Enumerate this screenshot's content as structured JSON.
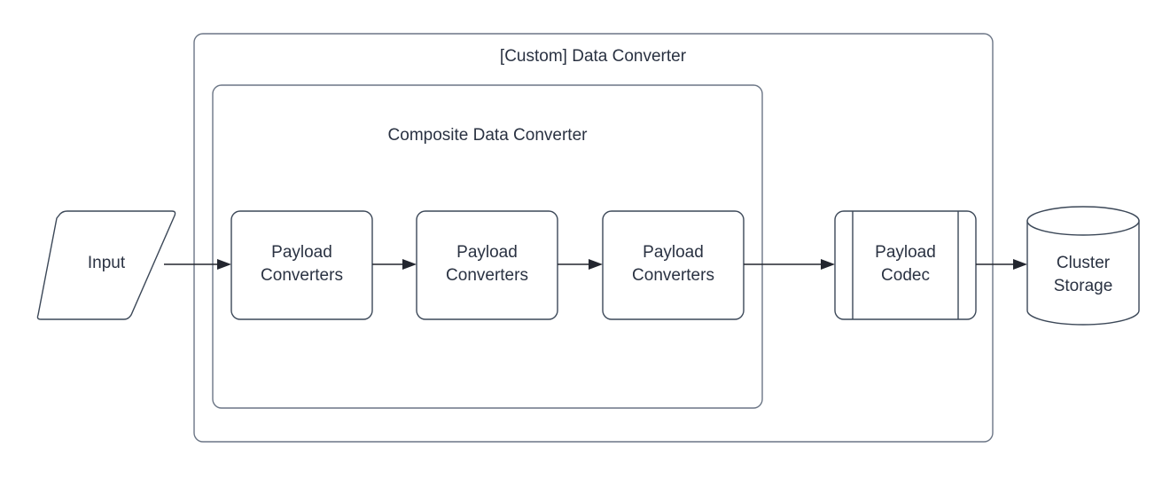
{
  "diagram": {
    "type": "flowchart",
    "direction": "left-to-right",
    "background_color": "#ffffff",
    "stroke_color": "#3c4858",
    "container_stroke_color": "#6b7585",
    "text_color": "#2a3242",
    "containers": [
      {
        "id": "custom-data-converter",
        "label": "[Custom] Data Converter",
        "shape": "rounded-rectangle",
        "label_position": "top-center"
      },
      {
        "id": "composite-data-converter",
        "label": "Composite Data Converter",
        "shape": "rounded-rectangle",
        "label_position": "top-center"
      }
    ],
    "nodes": [
      {
        "id": "input",
        "label": "Input",
        "shape": "parallelogram"
      },
      {
        "id": "payload-converters-1",
        "label_line1": "Payload",
        "label_line2": "Converters",
        "shape": "rounded-rectangle"
      },
      {
        "id": "payload-converters-2",
        "label_line1": "Payload",
        "label_line2": "Converters",
        "shape": "rounded-rectangle"
      },
      {
        "id": "payload-converters-3",
        "label_line1": "Payload",
        "label_line2": "Converters",
        "shape": "rounded-rectangle"
      },
      {
        "id": "payload-codec",
        "label_line1": "Payload",
        "label_line2": "Codec",
        "shape": "predefined-process"
      },
      {
        "id": "cluster-storage",
        "label_line1": "Cluster",
        "label_line2": "Storage",
        "shape": "cylinder"
      }
    ],
    "edges": [
      {
        "from": "input",
        "to": "payload-converters-1",
        "style": "solid",
        "arrow": "filled-triangle"
      },
      {
        "from": "payload-converters-1",
        "to": "payload-converters-2",
        "style": "solid",
        "arrow": "filled-triangle"
      },
      {
        "from": "payload-converters-2",
        "to": "payload-converters-3",
        "style": "solid",
        "arrow": "filled-triangle"
      },
      {
        "from": "payload-converters-3",
        "to": "payload-codec",
        "style": "solid",
        "arrow": "filled-triangle"
      },
      {
        "from": "payload-codec",
        "to": "cluster-storage",
        "style": "solid",
        "arrow": "filled-triangle"
      }
    ]
  }
}
